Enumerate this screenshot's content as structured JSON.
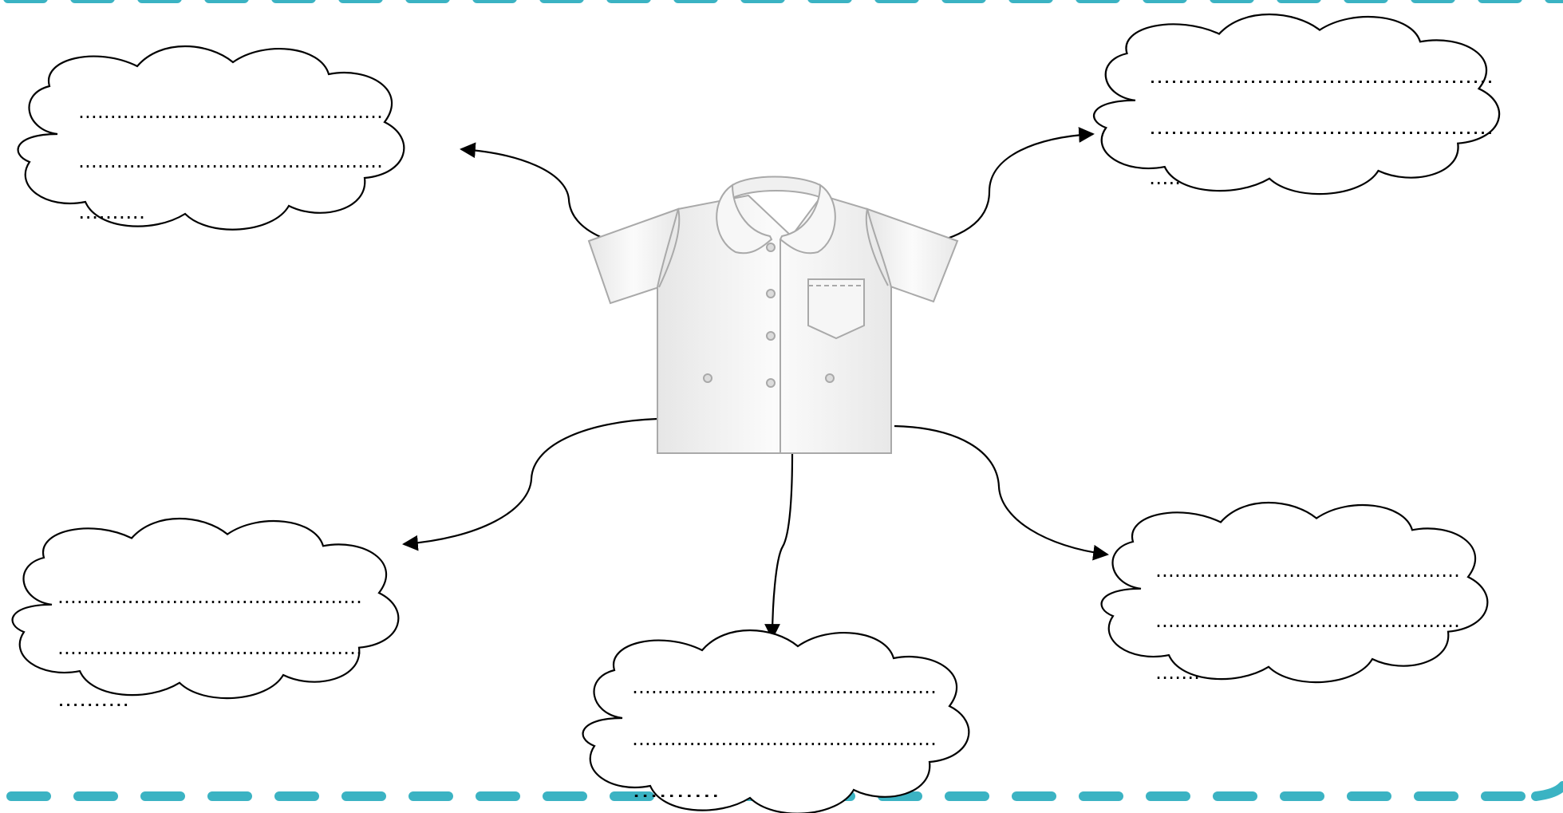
{
  "colors": {
    "border_dash": "#3bb3c3",
    "cloud_stroke": "#000000",
    "shirt_stroke": "#a9a9a9",
    "shirt_fill": "#f4f4f4"
  },
  "center_image": "shirt-icon",
  "clouds": [
    {
      "id": "top-left",
      "lines": [
        "…………………………………………",
        "…………………………………………",
        "………."
      ]
    },
    {
      "id": "top-right",
      "lines": [
        "…………………………………………",
        "…………………………………………",
        "….."
      ]
    },
    {
      "id": "bottom-left",
      "lines": [
        "…………………………………………",
        "…………………………………………",
        "………."
      ]
    },
    {
      "id": "bottom-center",
      "lines": [
        "…………………………………………",
        "…………………………………………",
        "………."
      ]
    },
    {
      "id": "bottom-right",
      "lines": [
        "…………………………………………",
        "…………………………………………",
        "……."
      ]
    }
  ]
}
